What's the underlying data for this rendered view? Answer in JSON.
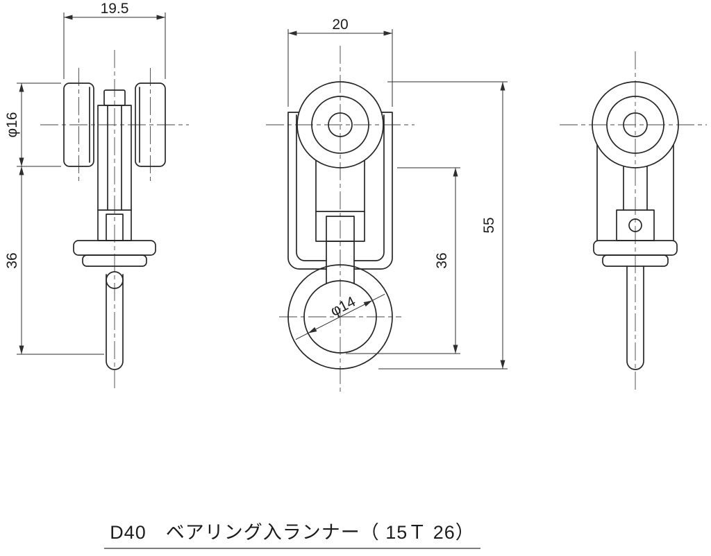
{
  "page": {
    "background_color": "#ffffff",
    "line_color": "#262626"
  },
  "title_block": {
    "label": "D40　ベアリング入ランナー（ 15Ｔ 26）"
  },
  "dimensions": {
    "side_width": "19.5",
    "roller_diameter": "φ16",
    "side_height": "36",
    "body_width": "20",
    "ring_bore": "φ14",
    "ring_drop": "36",
    "overall_height": "55"
  }
}
